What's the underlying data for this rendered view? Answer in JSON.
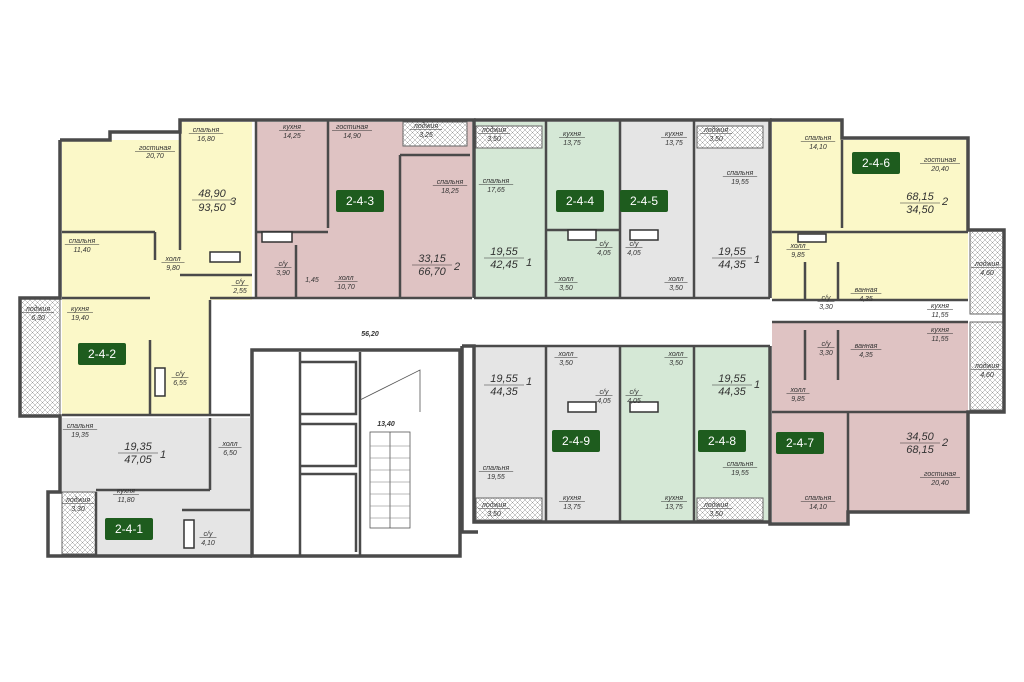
{
  "colors": {
    "yellow": "#fbf8c8",
    "pink": "#dfc3c3",
    "green": "#d5e8d6",
    "gray": "#e5e5e5",
    "badge": "#1e5c1e",
    "wall": "#4a4a4a"
  },
  "corridor_area": "56,20",
  "stair_area": "13,40",
  "units": [
    {
      "id": "2-4-1",
      "total": "47,05",
      "living": "19,35",
      "rooms": "1"
    },
    {
      "id": "2-4-2",
      "total": "",
      "living": "",
      "rooms": ""
    },
    {
      "id": "2-4-3",
      "total": "66,70",
      "living": "33,15",
      "rooms": "2"
    },
    {
      "id": "2-4-4",
      "total": "42,45",
      "living": "19,55",
      "rooms": "1"
    },
    {
      "id": "2-4-5",
      "total": "44,35",
      "living": "19,55",
      "rooms": "1"
    },
    {
      "id": "2-4-6",
      "total": "68,15",
      "living": "34,50",
      "rooms": "2"
    },
    {
      "id": "2-4-7",
      "total": "68,15",
      "living": "34,50",
      "rooms": "2"
    },
    {
      "id": "2-4-8",
      "total": "44,35",
      "living": "19,55",
      "rooms": "1"
    },
    {
      "id": "2-4-9",
      "total": "44,35",
      "living": "19,55",
      "rooms": "1"
    },
    {
      "id": "",
      "total": "93,50",
      "living": "48,90",
      "rooms": "3"
    }
  ],
  "rooms": [
    {
      "name": "гостиная",
      "area": "20,70"
    },
    {
      "name": "спальня",
      "area": "16,80"
    },
    {
      "name": "спальня",
      "area": "11,40"
    },
    {
      "name": "холл",
      "area": "9,80"
    },
    {
      "name": "с/у",
      "area": "2,55"
    },
    {
      "name": "кухня",
      "area": "19,40"
    },
    {
      "name": "лоджия",
      "area": "6,30"
    },
    {
      "name": "с/у",
      "area": "6,55"
    },
    {
      "name": "кухня",
      "area": "14,25"
    },
    {
      "name": "гостиная",
      "area": "14,90"
    },
    {
      "name": "лоджия",
      "area": "3,25"
    },
    {
      "name": "спальня",
      "area": "18,25"
    },
    {
      "name": "с/у",
      "area": "3,90"
    },
    {
      "name": "",
      "area": "1,45"
    },
    {
      "name": "холл",
      "area": "10,70"
    },
    {
      "name": "лоджия",
      "area": "3,50"
    },
    {
      "name": "спальня",
      "area": "17,65"
    },
    {
      "name": "кухня",
      "area": "13,75"
    },
    {
      "name": "с/у",
      "area": "4,05"
    },
    {
      "name": "холл",
      "area": "3,50"
    },
    {
      "name": "кухня",
      "area": "13,75"
    },
    {
      "name": "с/у",
      "area": "4,05"
    },
    {
      "name": "холл",
      "area": "3,50"
    },
    {
      "name": "лоджия",
      "area": "3,50"
    },
    {
      "name": "спальня",
      "area": "19,55"
    },
    {
      "name": "спальня",
      "area": "14,10"
    },
    {
      "name": "гостиная",
      "area": "20,40"
    },
    {
      "name": "холл",
      "area": "9,85"
    },
    {
      "name": "с/у",
      "area": "3,30"
    },
    {
      "name": "ванная",
      "area": "4,35"
    },
    {
      "name": "кухня",
      "area": "11,55"
    },
    {
      "name": "лоджия",
      "area": "4,60"
    },
    {
      "name": "кухня",
      "area": "11,55"
    },
    {
      "name": "с/у",
      "area": "3,30"
    },
    {
      "name": "ванная",
      "area": "4,35"
    },
    {
      "name": "лоджия",
      "area": "4,60"
    },
    {
      "name": "холл",
      "area": "9,85"
    },
    {
      "name": "гостиная",
      "area": "20,40"
    },
    {
      "name": "спальня",
      "area": "14,10"
    },
    {
      "name": "холл",
      "area": "3,50"
    },
    {
      "name": "с/у",
      "area": "4,05"
    },
    {
      "name": "спальня",
      "area": "19,55"
    },
    {
      "name": "лоджия",
      "area": "3,50"
    },
    {
      "name": "кухня",
      "area": "13,75"
    },
    {
      "name": "холл",
      "area": "3,50"
    },
    {
      "name": "с/у",
      "area": "4,05"
    },
    {
      "name": "спальня",
      "area": "19,55"
    },
    {
      "name": "кухня",
      "area": "13,75"
    },
    {
      "name": "лоджия",
      "area": "3,50"
    },
    {
      "name": "спальня",
      "area": "19,35"
    },
    {
      "name": "холл",
      "area": "6,50"
    },
    {
      "name": "кухня",
      "area": "11,80"
    },
    {
      "name": "лоджия",
      "area": "3,30"
    },
    {
      "name": "с/у",
      "area": "4,10"
    }
  ]
}
